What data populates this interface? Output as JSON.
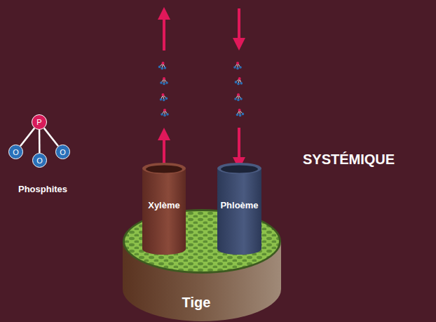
{
  "diagram": {
    "nodes": [
      {
        "text": [
          "P"
        ]
      },
      {
        "text": [
          "O"
        ]
      },
      {
        "text": [
          "O"
        ]
      },
      {
        "text": [
          "O"
        ]
      },
      {
        "text": [
          "Tige"
        ]
      },
      {
        "text": [
          "Xylème"
        ]
      },
      {
        "text": [
          "Phloème"
        ]
      }
    ],
    "edges": [
      {
        "from": 0,
        "to": 1,
        "arrow": "none"
      },
      {
        "from": 0,
        "to": 2,
        "arrow": "none"
      },
      {
        "from": 0,
        "to": 3,
        "arrow": "none"
      }
    ],
    "labels": [
      "Phosphites",
      "SYSTÉMIQUE"
    ]
  }
}
